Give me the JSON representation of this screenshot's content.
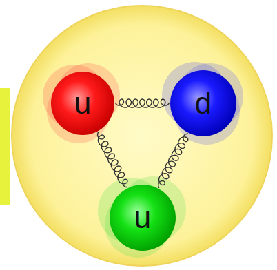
{
  "diagram": {
    "nodes": [
      {
        "text": [
          "u"
        ]
      },
      {
        "text": [
          "d"
        ]
      },
      {
        "text": [
          "u"
        ]
      }
    ],
    "edges": [
      {
        "from": 0,
        "to": 1,
        "arrow": "none"
      },
      {
        "from": 0,
        "to": 2,
        "arrow": "none"
      },
      {
        "from": 1,
        "to": 2,
        "arrow": "none"
      }
    ]
  }
}
